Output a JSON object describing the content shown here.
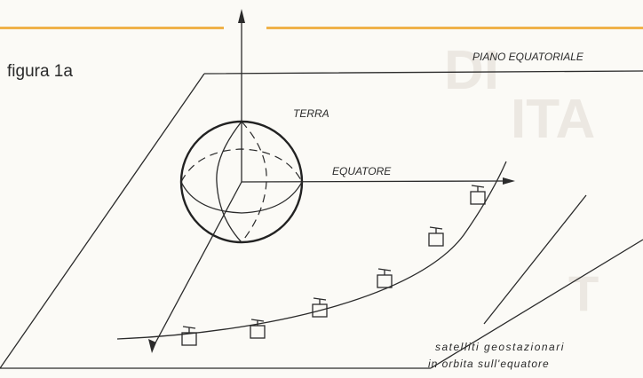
{
  "figure": {
    "caption": "figura 1a",
    "plane_label": "PIANO  EQUATORIALE",
    "earth_label": "TERRA",
    "equator_label": "EQUATORE",
    "satellite_note_line1": "satelliti  geostazionari",
    "satellite_note_line2": "in  orbita  sull'equatore",
    "satellite_count": 6
  },
  "colors": {
    "accent_bar": "#f0b24a",
    "ink": "#2b2b2b",
    "paper": "#fbfaf6",
    "show_through": "#ece8e2"
  }
}
